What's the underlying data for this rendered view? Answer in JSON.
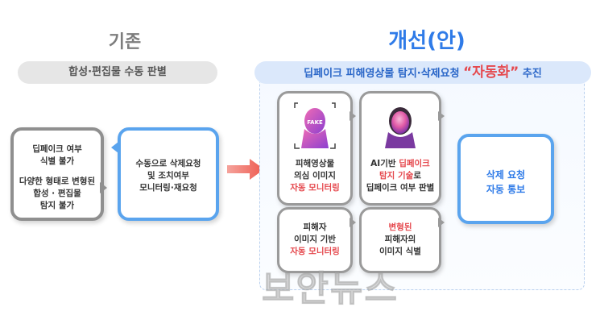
{
  "left": {
    "title": "기존",
    "subtitle": "합성·편집물 수동 판별",
    "box1": {
      "line1": "딥페이크 여부",
      "line2": "식별 불가",
      "line3": "다양한 형태로 변형된",
      "line4": "합성 · 편집물",
      "line5": "탐지 불가"
    },
    "box2": {
      "line1": "수동으로 삭제요청",
      "line2": "및 조치여부",
      "line3": "모니터링·재요청"
    }
  },
  "right": {
    "title": "개선(안)",
    "subtitle_prefix": "딥페이크 피해영상물 탐지·삭제요청",
    "subtitle_highlight": "“자동화”",
    "subtitle_suffix": "추진",
    "box3": {
      "icon_label": "FAKE",
      "line1": "피해영상물",
      "line2": "의심 이미지",
      "line3": "자동 모니터링"
    },
    "box4": {
      "line1a": "AI기반",
      "line1b": "딥페이크",
      "line2a": "탐지 기술",
      "line2b": "로",
      "line3": "딥페이크 여부 판별"
    },
    "box5": {
      "line1": "피해자",
      "line2": "이미지 기반",
      "line3": "자동 모니터링"
    },
    "box6": {
      "line1": "변형된",
      "line2": "피해자의",
      "line3": "이미지 식별"
    },
    "box7": {
      "line1": "삭제 요청",
      "line2": "자동 통보"
    }
  },
  "watermark": "보안뉴스",
  "colors": {
    "accent_blue": "#2f7be8",
    "accent_red": "#e5484d",
    "gray_border": "#8f8f8f",
    "blue_border": "#5aa4ee",
    "arrow": "#ee5a4f"
  }
}
